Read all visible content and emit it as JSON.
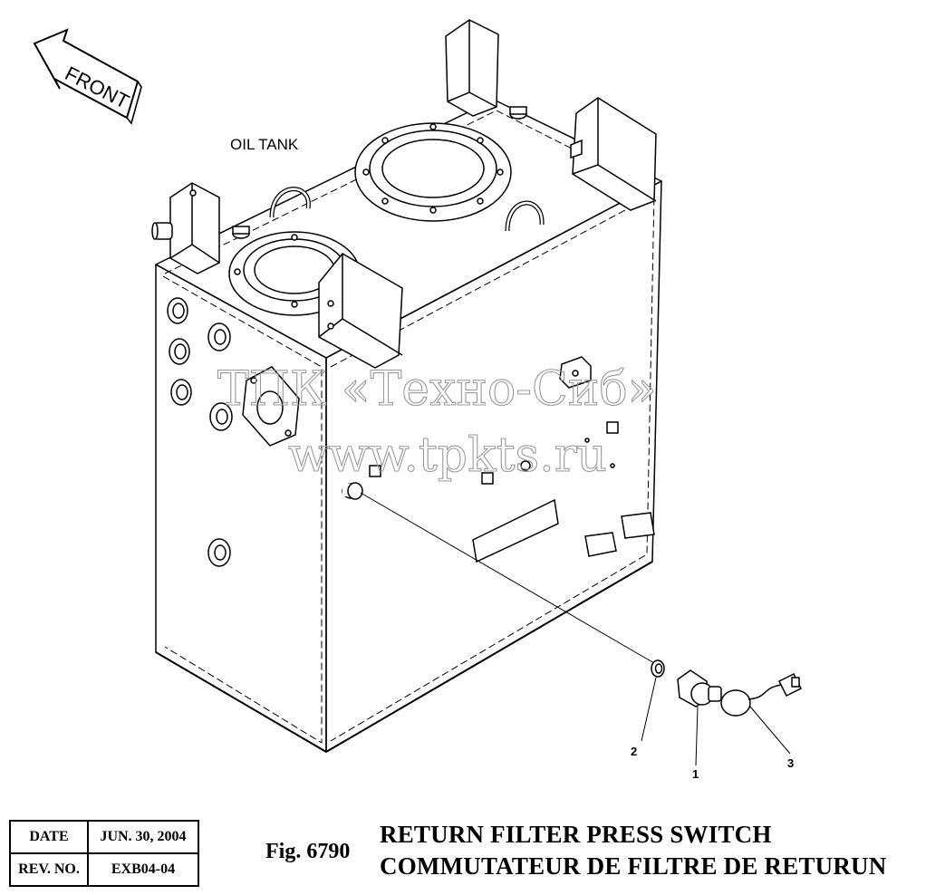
{
  "diagram": {
    "direction_label": "FRONT",
    "component_label": "OIL TANK",
    "watermark_line1": "ТПК «Техно-Сиб»",
    "watermark_line2": "www.tpkts.ru",
    "callouts": [
      {
        "id": "callout-1",
        "number": "1"
      },
      {
        "id": "callout-2",
        "number": "2"
      },
      {
        "id": "callout-3",
        "number": "3"
      }
    ]
  },
  "info_table": {
    "rows": [
      {
        "key": "DATE",
        "value": "JUN. 30, 2004"
      },
      {
        "key": "REV. NO.",
        "value": "EXB04-04"
      }
    ]
  },
  "figure": {
    "label": "Fig. 6790",
    "title_en": "RETURN FILTER PRESS SWITCH",
    "title_fr": "COMMUTATEUR DE FILTRE DE RETURUN"
  }
}
